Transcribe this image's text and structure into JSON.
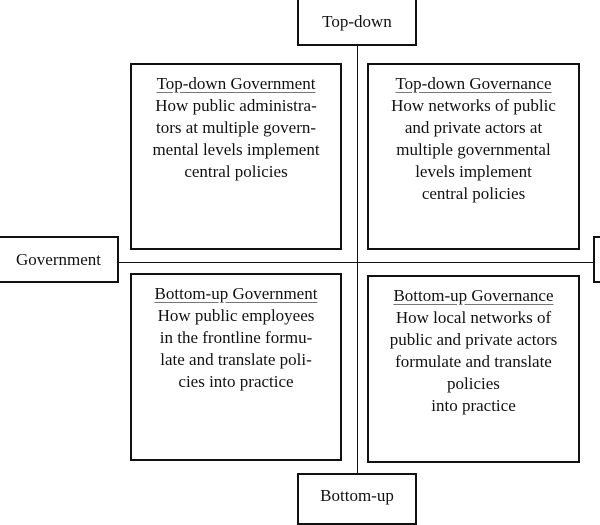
{
  "axes": {
    "top": "Top-down",
    "bottom": "Bottom-up",
    "left": "Government",
    "right": ""
  },
  "quadrants": [
    {
      "title": "Top-down Government",
      "lines": [
        "How public administra-",
        "tors at multiple govern-",
        "mental levels implement",
        "central policies"
      ]
    },
    {
      "title": "Top-down Governance",
      "lines": [
        "How networks of public",
        "and private actors at",
        "multiple governmental",
        "levels implement",
        "central policies"
      ]
    },
    {
      "title": "Bottom-up Government",
      "lines": [
        "How public employees",
        "in the frontline formu-",
        "late and translate poli-",
        "cies into practice"
      ]
    },
    {
      "title": "Bottom-up Governance",
      "lines": [
        "How local networks of",
        "public and private actors",
        "formulate and translate",
        "policies",
        "into practice"
      ]
    }
  ]
}
